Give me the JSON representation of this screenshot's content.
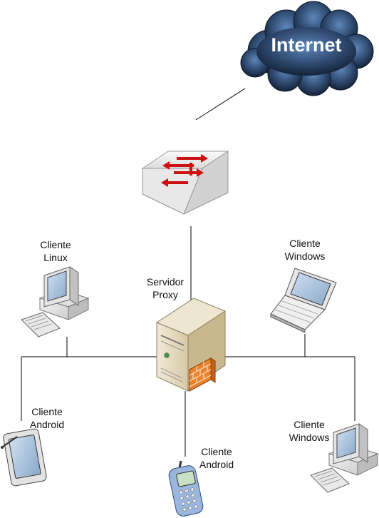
{
  "internet": {
    "label": "Internet"
  },
  "nodes": {
    "linux": {
      "label": "Cliente\nLinux"
    },
    "windows_laptop": {
      "label": "Cliente\nWindows"
    },
    "proxy": {
      "label": "Servidor\nProxy"
    },
    "android_tablet": {
      "label": "Cliente\nAndroid"
    },
    "android_phone": {
      "label": "Cliente\nAndroid"
    },
    "windows_desktop": {
      "label": "Cliente\nWindows"
    }
  },
  "colors": {
    "cloud": "#2b3f5c",
    "switch_body": "#e9e9e9",
    "arrows": "#cc1111",
    "server": "#e6dbc4",
    "firewall": "#e8822c",
    "lines": "#000000"
  }
}
